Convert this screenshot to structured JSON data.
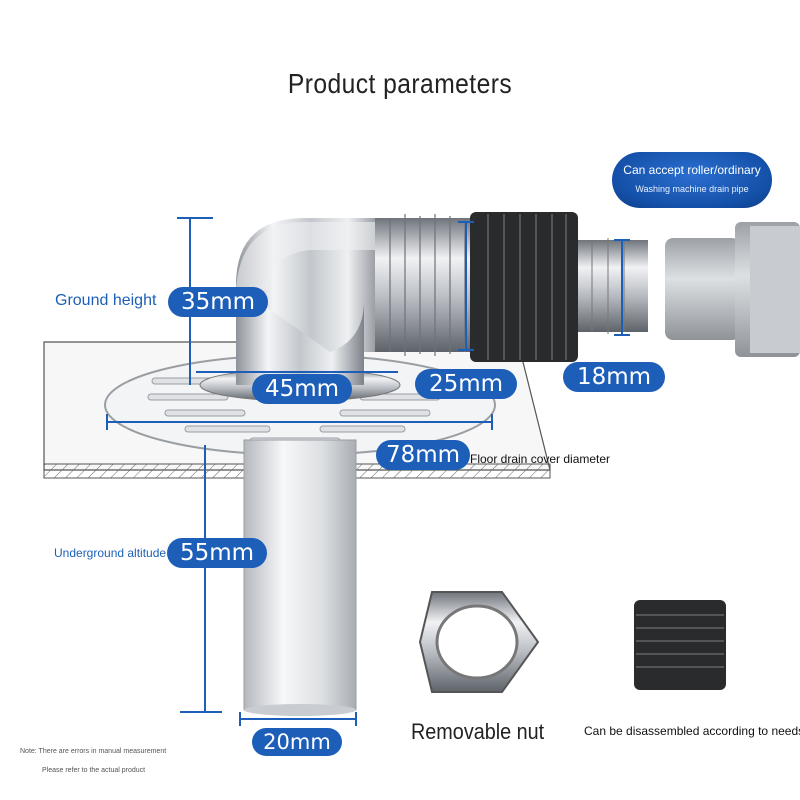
{
  "title": "Product parameters",
  "badge": {
    "line1": "Can accept roller/ordinary",
    "line2": "Washing machine drain pipe"
  },
  "labels": {
    "ground_height": "Ground height",
    "underground_altitude": "Underground altitude",
    "floor_drain_cover_diameter": "Floor drain cover diameter",
    "removable_nut": "Removable nut",
    "disassemble": "Can be disassembled according to needs"
  },
  "dimensions": {
    "ground_height": "35mm",
    "inner_diameter": "45mm",
    "outlet": "25mm",
    "hose_end": "18mm",
    "cover": "78mm",
    "underground": "55mm",
    "pipe": "20mm"
  },
  "notes": {
    "line1": "Note: There are errors in manual measurement",
    "line2": "Please refer to the actual product"
  },
  "colors": {
    "accent": "#1d5fb8",
    "chrome": "#c9ccd1"
  }
}
